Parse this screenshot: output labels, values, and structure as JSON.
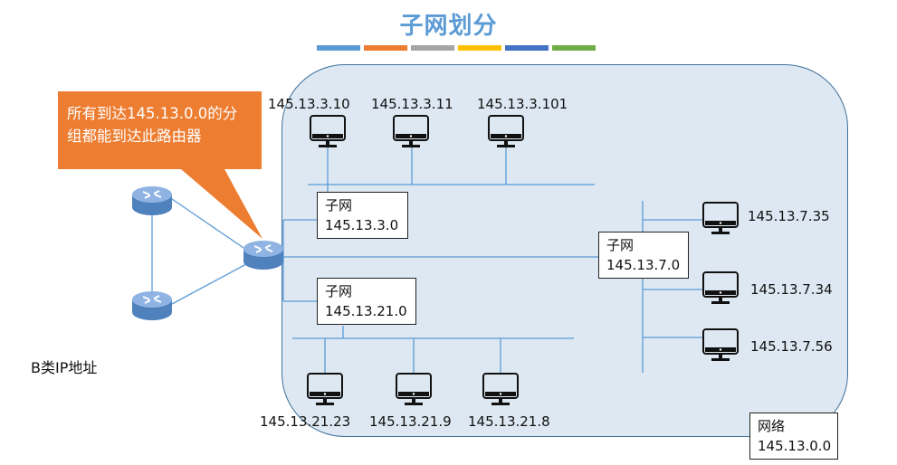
{
  "title": "子网划分",
  "title_bar_colors": [
    "#5b9bd5",
    "#ed7d31",
    "#a5a5a5",
    "#ffc000",
    "#4472c4",
    "#70ad47"
  ],
  "callout": {
    "text": "所有到达145.13.0.0的分组都能到达此路由器",
    "color": "#ed7d31"
  },
  "note": "B类IP地址",
  "network": {
    "label": "网络",
    "address": "145.13.0.0"
  },
  "subnets": [
    {
      "label": "子网",
      "address": "145.13.3.0"
    },
    {
      "label": "子网",
      "address": "145.13.21.0"
    },
    {
      "label": "子网",
      "address": "145.13.7.0"
    }
  ],
  "hosts": {
    "subnet_3": [
      "145.13.3.10",
      "145.13.3.11",
      "145.13.3.101"
    ],
    "subnet_21": [
      "145.13.21.23",
      "145.13.21.9",
      "145.13.21.8"
    ],
    "subnet_7": [
      "145.13.7.35",
      "145.13.7.34",
      "145.13.7.56"
    ]
  }
}
